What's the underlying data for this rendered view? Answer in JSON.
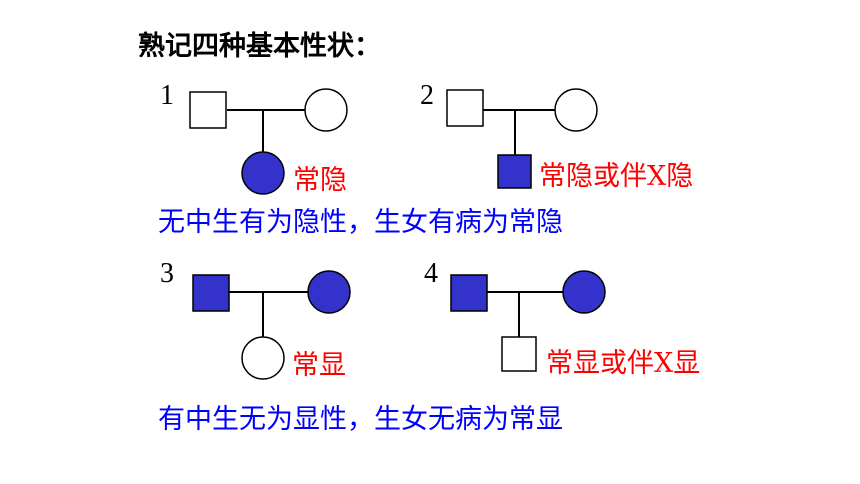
{
  "title": "熟记四种基本性状：",
  "colors": {
    "affected_fill": "#3333cc",
    "unaffected_fill": "#ffffff",
    "stroke": "#000000",
    "label_red": "#ff0000",
    "rule_blue": "#0000ff"
  },
  "pedigrees": [
    {
      "number": "1",
      "father": "unaffected",
      "mother": "unaffected",
      "child": {
        "sex": "female",
        "status": "affected"
      },
      "label": "常隐"
    },
    {
      "number": "2",
      "father": "unaffected",
      "mother": "unaffected",
      "child": {
        "sex": "male",
        "status": "affected"
      },
      "label": "常隐或伴X隐"
    },
    {
      "number": "3",
      "father": "affected",
      "mother": "affected",
      "child": {
        "sex": "female",
        "status": "unaffected"
      },
      "label": "常显"
    },
    {
      "number": "4",
      "father": "affected",
      "mother": "affected",
      "child": {
        "sex": "male",
        "status": "unaffected"
      },
      "label": "常显或伴X显"
    }
  ],
  "rules": [
    "无中生有为隐性，生女有病为常隐",
    "有中生无为显性，生女无病为常显"
  ]
}
